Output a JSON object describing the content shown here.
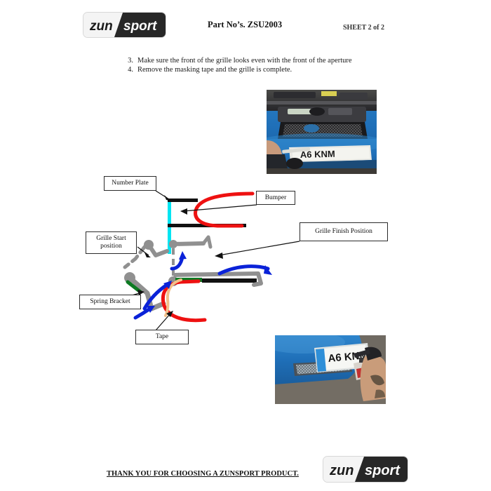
{
  "document": {
    "brand_logo_primary": "zun",
    "brand_logo_secondary": "sport",
    "header_title": "Part No’s. ZSU2003",
    "sheet_label": "SHEET 2 of 2"
  },
  "instructions": [
    {
      "number": "3.",
      "text": "Make sure the front of the grille looks even with the front of the aperture"
    },
    {
      "number": "4.",
      "text": "Remove the masking tape and the grille is complete."
    }
  ],
  "diagram": {
    "callouts": [
      {
        "id": "number-plate",
        "label": "Number Plate"
      },
      {
        "id": "bumper",
        "label": "Bumper"
      },
      {
        "id": "grille-start-position",
        "label": "Grille Start\nposition"
      },
      {
        "id": "grille-finish-position",
        "label": "Grille Finish Position"
      },
      {
        "id": "spring-bracket",
        "label": "Spring Bracket"
      },
      {
        "id": "tape",
        "label": "Tape"
      }
    ],
    "colors": {
      "bumper_red": "#ee1111",
      "number_plate_cyan": "#00e5f2",
      "bracket_grey": "#909090",
      "grille_black": "#111111",
      "grille_green": "#0c7a22",
      "motion_arrow_blue": "#0a22d8",
      "tape_peach": "#f2c08a"
    }
  },
  "photos": [
    {
      "id": "photo-grille-front-view",
      "caption_text": "A6 KNM"
    },
    {
      "id": "photo-number-plate-fitting",
      "caption_text": "A6 KNM"
    }
  ],
  "footer": {
    "thank_you": "THANK YOU FOR CHOOSING A ZUNSPORT PRODUCT."
  }
}
